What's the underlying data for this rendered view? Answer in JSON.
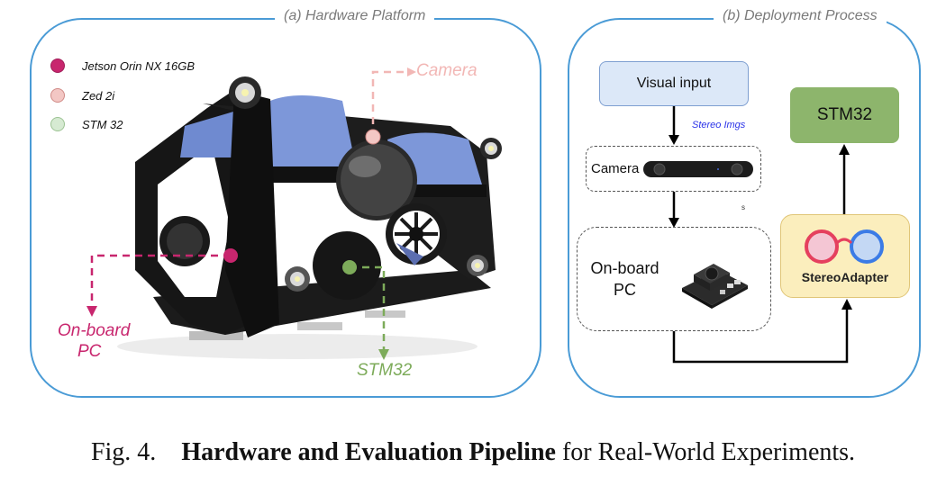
{
  "panels": {
    "hardware": {
      "title": "(a) Hardware Platform",
      "legend": [
        {
          "label": "Jetson Orin NX 16GB",
          "color": "#c8266e"
        },
        {
          "label": "Zed 2i",
          "color": "#f3c7c4"
        },
        {
          "label": "STM 32",
          "color": "#d6ead2"
        }
      ],
      "callouts": {
        "camera": {
          "label": "Camera",
          "color": "#f2b7b5"
        },
        "onboard_pc": {
          "label_line1": "On-board",
          "label_line2": "PC",
          "color": "#c8266e"
        },
        "stm32": {
          "label": "STM32",
          "color": "#7dab5a"
        }
      }
    },
    "deployment": {
      "title": "(b) Deployment Process",
      "visual_input": "Visual input",
      "stereo_imgs": "Stereo Imgs",
      "camera": "Camera",
      "stray_mark": "s",
      "onboard_line1": "On-board",
      "onboard_line2": "PC",
      "stm32": "STM32",
      "stereo_adapter": "StereoAdapter",
      "colors": {
        "visual_input_fill": "#dce8f8",
        "visual_input_border": "#7e9fd1",
        "stm32_fill": "#8db56c",
        "stereo_adapter_fill": "#fbeebd",
        "stereo_adapter_border": "#e0c577",
        "stereo_imgs_text": "#2b33e8"
      }
    }
  },
  "caption": {
    "prefix": "Fig. 4.",
    "bold": "Hardware and Evaluation Pipeline",
    "rest": " for Real-World Experiments."
  }
}
